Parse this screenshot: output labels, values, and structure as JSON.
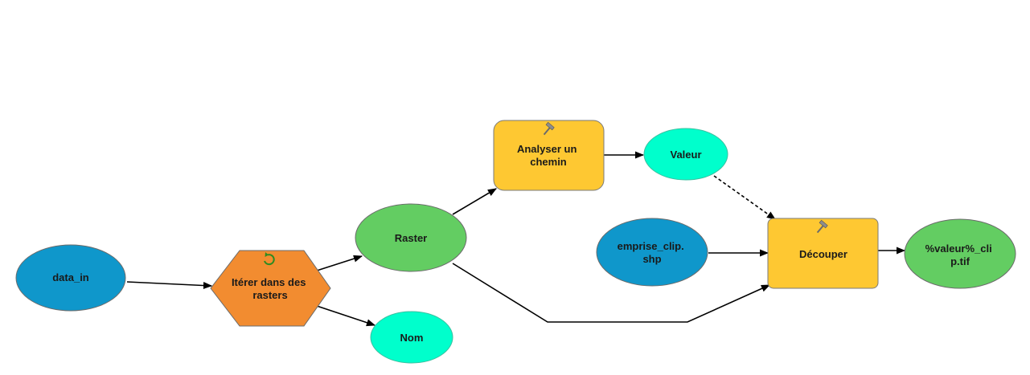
{
  "nodes": {
    "data_in": {
      "label": [
        "data_in"
      ],
      "color": "#0f97cb"
    },
    "iterate": {
      "label": [
        "Itérer dans des",
        "rasters"
      ],
      "color": "#f28c30",
      "icon": "iterate-icon"
    },
    "raster": {
      "label": [
        "Raster"
      ],
      "color": "#63cd62"
    },
    "nom": {
      "label": [
        "Nom"
      ],
      "color": "#00ffcc"
    },
    "analyser": {
      "label": [
        "Analyser un",
        "chemin"
      ],
      "color": "#fec832",
      "icon": "hammer-icon"
    },
    "valeur": {
      "label": [
        "Valeur"
      ],
      "color": "#00ffcc"
    },
    "emprise": {
      "label": [
        "emprise_clip.",
        "shp"
      ],
      "color": "#0f97cb"
    },
    "decouper": {
      "label": [
        "Découper"
      ],
      "color": "#fec832",
      "icon": "hammer-icon"
    },
    "output": {
      "label": [
        "%valeur%_cli",
        "p.tif"
      ],
      "color": "#63cd62"
    }
  },
  "edges": [
    {
      "from": "data_in",
      "to": "iterate",
      "style": "solid"
    },
    {
      "from": "iterate",
      "to": "raster",
      "style": "solid"
    },
    {
      "from": "iterate",
      "to": "nom",
      "style": "solid"
    },
    {
      "from": "raster",
      "to": "analyser",
      "style": "solid"
    },
    {
      "from": "analyser",
      "to": "valeur",
      "style": "solid"
    },
    {
      "from": "valeur",
      "to": "decouper",
      "style": "dashed"
    },
    {
      "from": "emprise",
      "to": "decouper",
      "style": "solid"
    },
    {
      "from": "raster",
      "to": "decouper",
      "style": "solid"
    },
    {
      "from": "decouper",
      "to": "output",
      "style": "solid"
    }
  ]
}
